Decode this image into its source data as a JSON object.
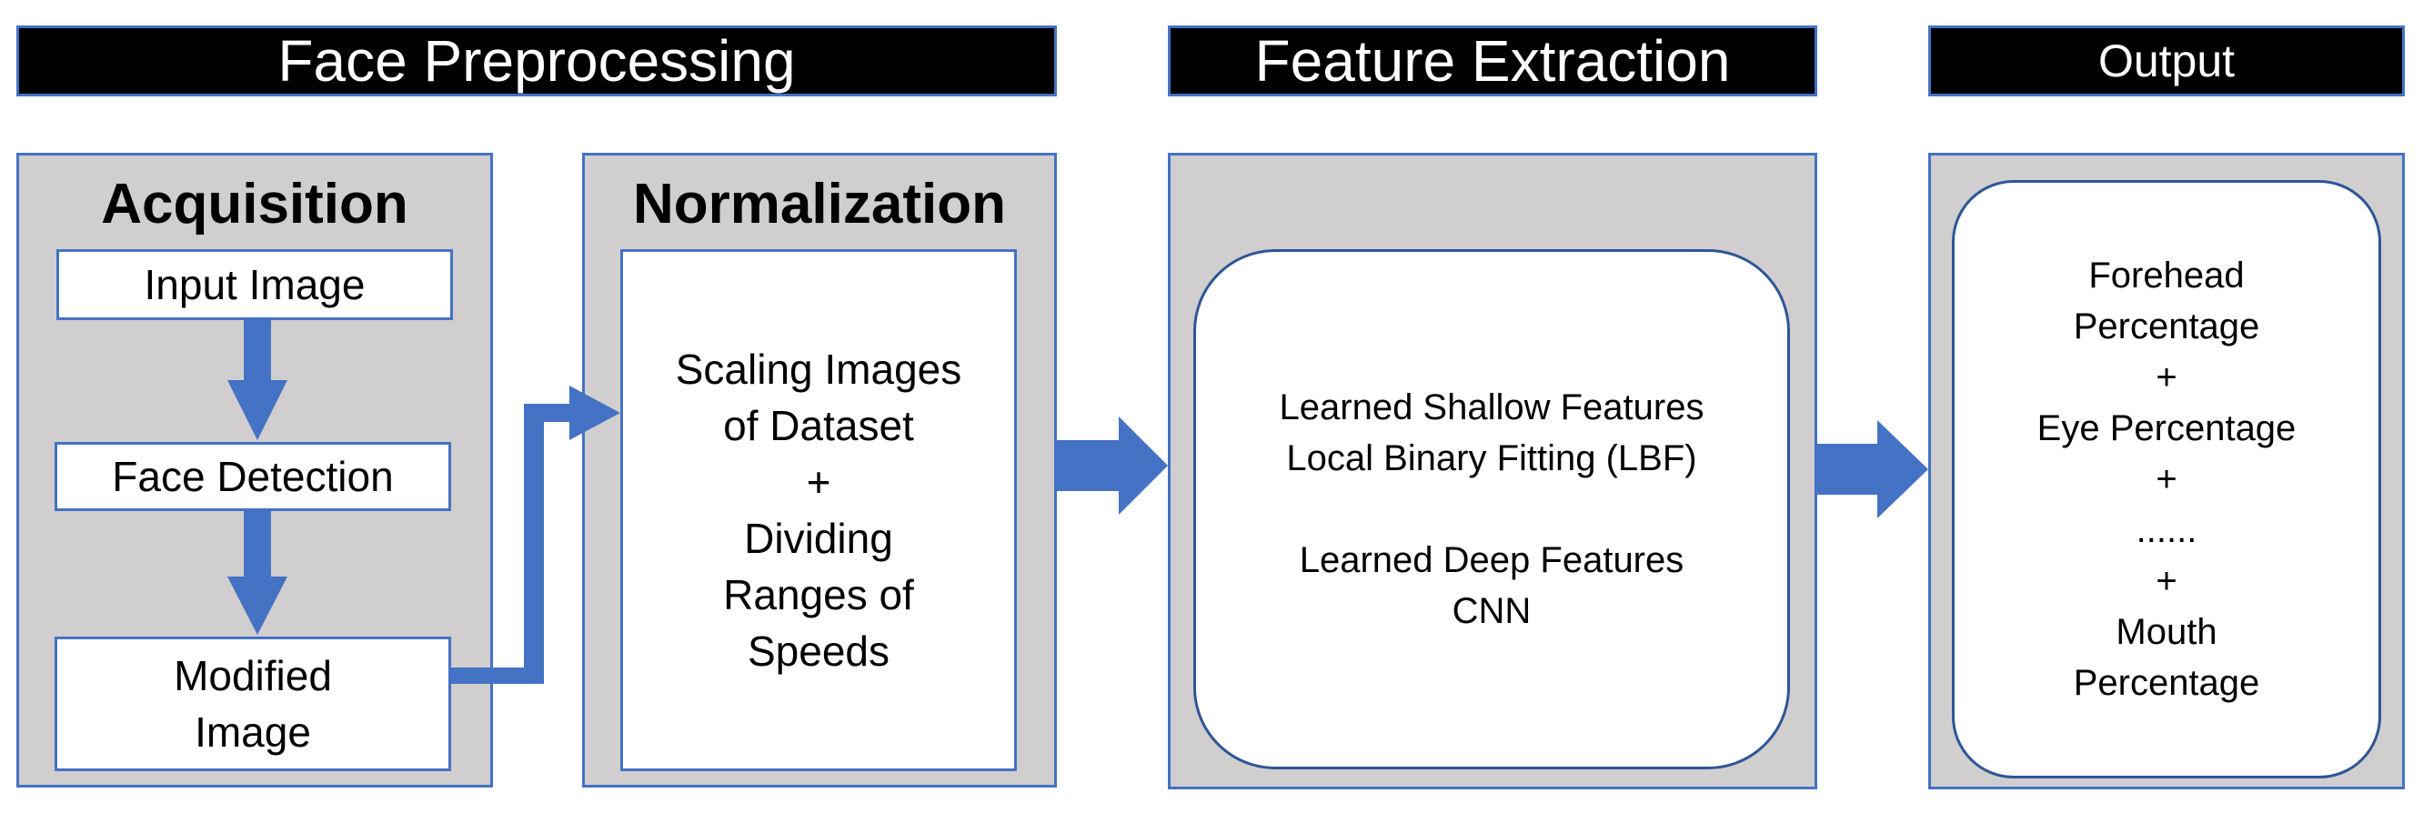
{
  "colors": {
    "accent": "#4472C4",
    "panel_bg": "#D0CECE",
    "header_bg": "#000000"
  },
  "headers": {
    "face_preprocessing": "Face Preprocessing",
    "feature_extraction": "Feature Extraction",
    "output": "Output"
  },
  "acquisition": {
    "title": "Acquisition",
    "steps": [
      "Input Image",
      "Face Detection",
      "Modified Image"
    ]
  },
  "normalization": {
    "title": "Normalization",
    "lines": [
      "Scaling Images",
      "of Dataset",
      "+",
      "Dividing",
      "Ranges of",
      "Speeds"
    ]
  },
  "features": {
    "shallow": [
      "Learned Shallow Features",
      "Local Binary Fitting (LBF)"
    ],
    "deep": [
      "Learned Deep Features",
      "CNN"
    ]
  },
  "output_box": {
    "lines": [
      "Forehead",
      "Percentage",
      "+",
      "Eye Percentage",
      "+",
      "......",
      "+",
      "Mouth",
      "Percentage"
    ]
  }
}
